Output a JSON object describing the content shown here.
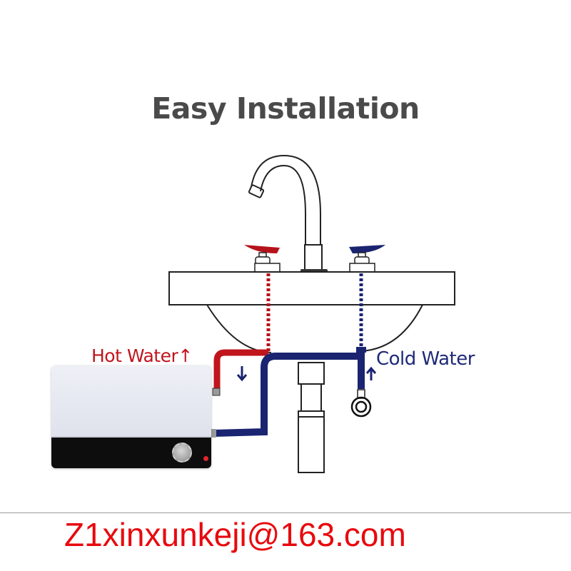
{
  "title": "Easy Installation",
  "labels": {
    "hot_water": "Hot Water↑",
    "cold_water": "Cold Water"
  },
  "contact": {
    "email": "Z1xinxunkeji@163.com"
  },
  "colors": {
    "title": "#4a4a4a",
    "hot": "#c0151d",
    "cold": "#1e2a78",
    "email": "#e8090e",
    "heater_body": "#e4e7ef",
    "heater_panel": "#0d0d0d"
  },
  "icons": {
    "hot_flow_arrow": "arrow-down",
    "cold_flow_arrow": "arrow-up",
    "hot_label_arrow": "arrow-up"
  }
}
